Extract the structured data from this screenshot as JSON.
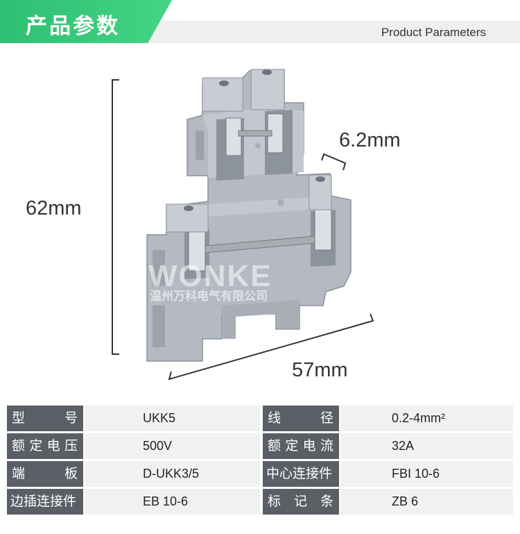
{
  "header": {
    "title": "产品参数",
    "subtitle": "Product Parameters"
  },
  "dimensions": {
    "height": "62mm",
    "width": "6.2mm",
    "length": "57mm"
  },
  "watermark": {
    "brand": "WONKE",
    "company": "温州万科电气有限公司"
  },
  "params": [
    [
      {
        "label": [
          "型",
          "号"
        ],
        "value": "UKK5"
      },
      {
        "label": [
          "线",
          "径"
        ],
        "value": "0.2-4mm²"
      }
    ],
    [
      {
        "label": [
          "额",
          "定",
          "电",
          "压"
        ],
        "value": "500V"
      },
      {
        "label": [
          "额",
          "定",
          "电",
          "流"
        ],
        "value": "32A"
      }
    ],
    [
      {
        "label": [
          "端",
          "板"
        ],
        "value": "D-UKK3/5"
      },
      {
        "label": [
          "中心连接件"
        ],
        "value": "FBI 10-6"
      }
    ],
    [
      {
        "label": [
          "边插连接件"
        ],
        "value": "EB 10-6"
      },
      {
        "label": [
          "标",
          "记",
          "条"
        ],
        "value": "ZB 6"
      }
    ]
  ],
  "colors": {
    "accent_green": "#2fbf72",
    "label_bg": "#5a5f66",
    "value_bg": "#f1f1f1"
  }
}
